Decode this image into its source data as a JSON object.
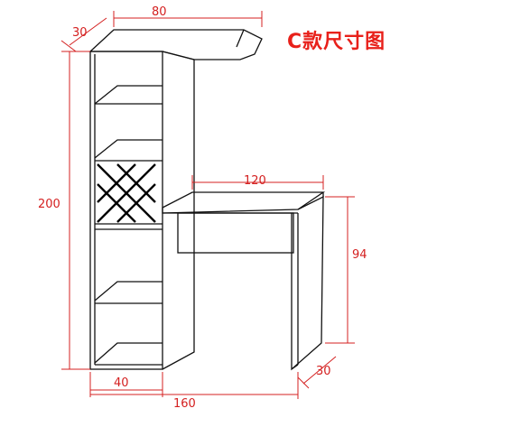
{
  "title": "C款尺寸图",
  "dimensions": {
    "top_width": "80",
    "top_depth": "30",
    "total_height": "200",
    "desk_width": "120",
    "desk_height": "94",
    "desk_depth": "30",
    "bookcase_width": "40",
    "total_width": "160"
  },
  "colors": {
    "title": "#e8201a",
    "dimension": "#d42020",
    "drawing": "#111111"
  }
}
